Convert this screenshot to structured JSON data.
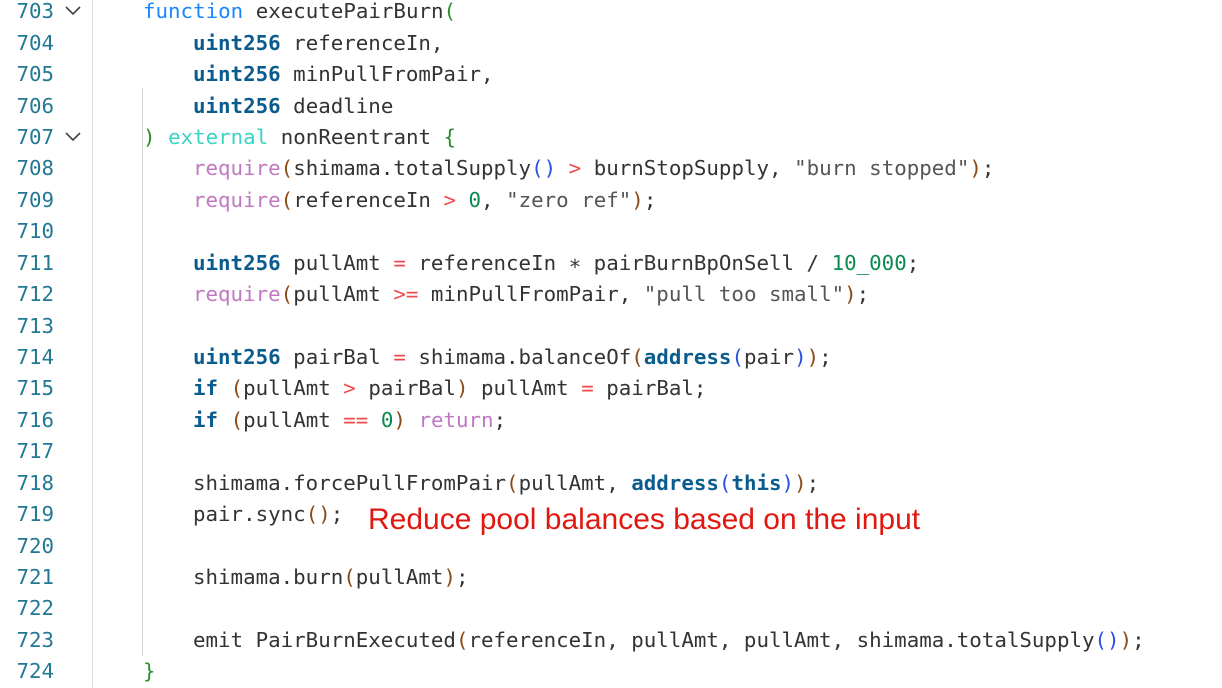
{
  "editor": {
    "line_numbers": [
      "703",
      "704",
      "705",
      "706",
      "707",
      "708",
      "709",
      "710",
      "711",
      "712",
      "713",
      "714",
      "715",
      "716",
      "717",
      "718",
      "719",
      "720",
      "721",
      "722",
      "723",
      "724"
    ],
    "folded_lines": [
      "703",
      "707"
    ],
    "lines": [
      {
        "indent": 0,
        "tokens": [
          [
            "function",
            "kw"
          ],
          [
            " executePairBurn",
            ""
          ],
          [
            "(",
            "p2"
          ]
        ]
      },
      {
        "indent": 1,
        "tokens": [
          [
            "uint256",
            "ty"
          ],
          [
            " referenceIn,",
            ""
          ]
        ]
      },
      {
        "indent": 1,
        "tokens": [
          [
            "uint256",
            "ty"
          ],
          [
            " minPullFromPair,",
            ""
          ]
        ]
      },
      {
        "indent": 1,
        "tokens": [
          [
            "uint256",
            "ty"
          ],
          [
            " deadline",
            ""
          ]
        ]
      },
      {
        "indent": 0,
        "tokens": [
          [
            ")",
            "p2"
          ],
          [
            " ",
            ""
          ],
          [
            "external",
            "ext"
          ],
          [
            " nonReentrant ",
            ""
          ],
          [
            "{",
            "p2"
          ]
        ]
      },
      {
        "indent": 1,
        "tokens": [
          [
            "require",
            "req"
          ],
          [
            "(",
            "p1"
          ],
          [
            "shimama.totalSupply",
            ""
          ],
          [
            "()",
            "p3"
          ],
          [
            " ",
            ""
          ],
          [
            ">",
            "op"
          ],
          [
            " burnStopSupply, ",
            ""
          ],
          [
            "\"burn stopped\"",
            "str"
          ],
          [
            ")",
            "p1"
          ],
          [
            ";",
            ""
          ]
        ]
      },
      {
        "indent": 1,
        "tokens": [
          [
            "require",
            "req"
          ],
          [
            "(",
            "p1"
          ],
          [
            "referenceIn ",
            ""
          ],
          [
            ">",
            "op"
          ],
          [
            " ",
            ""
          ],
          [
            "0",
            "num"
          ],
          [
            ", ",
            ""
          ],
          [
            "\"zero ref\"",
            "str"
          ],
          [
            ")",
            "p1"
          ],
          [
            ";",
            ""
          ]
        ]
      },
      {
        "indent": 1,
        "tokens": []
      },
      {
        "indent": 1,
        "tokens": [
          [
            "uint256",
            "ty"
          ],
          [
            " pullAmt ",
            ""
          ],
          [
            "=",
            "op"
          ],
          [
            " referenceIn ∗ pairBurnBpOnSell / ",
            ""
          ],
          [
            "10_000",
            "num"
          ],
          [
            ";",
            ""
          ]
        ]
      },
      {
        "indent": 1,
        "tokens": [
          [
            "require",
            "req"
          ],
          [
            "(",
            "p1"
          ],
          [
            "pullAmt ",
            ""
          ],
          [
            ">=",
            "op"
          ],
          [
            " minPullFromPair, ",
            ""
          ],
          [
            "\"pull too small\"",
            "str"
          ],
          [
            ")",
            "p1"
          ],
          [
            ";",
            ""
          ]
        ]
      },
      {
        "indent": 1,
        "tokens": []
      },
      {
        "indent": 1,
        "tokens": [
          [
            "uint256",
            "ty"
          ],
          [
            " pairBal ",
            ""
          ],
          [
            "=",
            "op"
          ],
          [
            " shimama.balanceOf",
            ""
          ],
          [
            "(",
            "p1"
          ],
          [
            "address",
            "ty"
          ],
          [
            "(",
            "p3"
          ],
          [
            "pair",
            ""
          ],
          [
            ")",
            "p3"
          ],
          [
            ")",
            "p1"
          ],
          [
            ";",
            ""
          ]
        ]
      },
      {
        "indent": 1,
        "tokens": [
          [
            "if",
            "ty"
          ],
          [
            " ",
            ""
          ],
          [
            "(",
            "p1"
          ],
          [
            "pullAmt ",
            ""
          ],
          [
            ">",
            "op"
          ],
          [
            " pairBal",
            ""
          ],
          [
            ")",
            "p1"
          ],
          [
            " pullAmt ",
            ""
          ],
          [
            "=",
            "op"
          ],
          [
            " pairBal;",
            ""
          ]
        ]
      },
      {
        "indent": 1,
        "tokens": [
          [
            "if",
            "ty"
          ],
          [
            " ",
            ""
          ],
          [
            "(",
            "p1"
          ],
          [
            "pullAmt ",
            ""
          ],
          [
            "==",
            "op"
          ],
          [
            " ",
            ""
          ],
          [
            "0",
            "num"
          ],
          [
            ")",
            "p1"
          ],
          [
            " ",
            ""
          ],
          [
            "return",
            "req"
          ],
          [
            ";",
            ""
          ]
        ]
      },
      {
        "indent": 1,
        "tokens": []
      },
      {
        "indent": 1,
        "tokens": [
          [
            "shimama.forcePullFromPair",
            ""
          ],
          [
            "(",
            "p1"
          ],
          [
            "pullAmt, ",
            ""
          ],
          [
            "address",
            "ty"
          ],
          [
            "(",
            "p3"
          ],
          [
            "this",
            "ty"
          ],
          [
            ")",
            "p3"
          ],
          [
            ")",
            "p1"
          ],
          [
            ";",
            ""
          ]
        ]
      },
      {
        "indent": 1,
        "tokens": [
          [
            "pair.sync",
            ""
          ],
          [
            "()",
            "p1"
          ],
          [
            ";",
            ""
          ]
        ]
      },
      {
        "indent": 1,
        "tokens": []
      },
      {
        "indent": 1,
        "tokens": [
          [
            "shimama.burn",
            ""
          ],
          [
            "(",
            "p1"
          ],
          [
            "pullAmt",
            ""
          ],
          [
            ")",
            "p1"
          ],
          [
            ";",
            ""
          ]
        ]
      },
      {
        "indent": 1,
        "tokens": []
      },
      {
        "indent": 1,
        "tokens": [
          [
            "emit PairBurnExecuted",
            ""
          ],
          [
            "(",
            "p1"
          ],
          [
            "referenceIn, pullAmt, pullAmt, shimama.totalSupply",
            ""
          ],
          [
            "()",
            "p3"
          ],
          [
            ")",
            "p1"
          ],
          [
            ";",
            ""
          ]
        ]
      },
      {
        "indent": 0,
        "tokens": [
          [
            "}",
            "p2"
          ]
        ]
      }
    ]
  },
  "annotation": "Reduce pool balances based on the input"
}
